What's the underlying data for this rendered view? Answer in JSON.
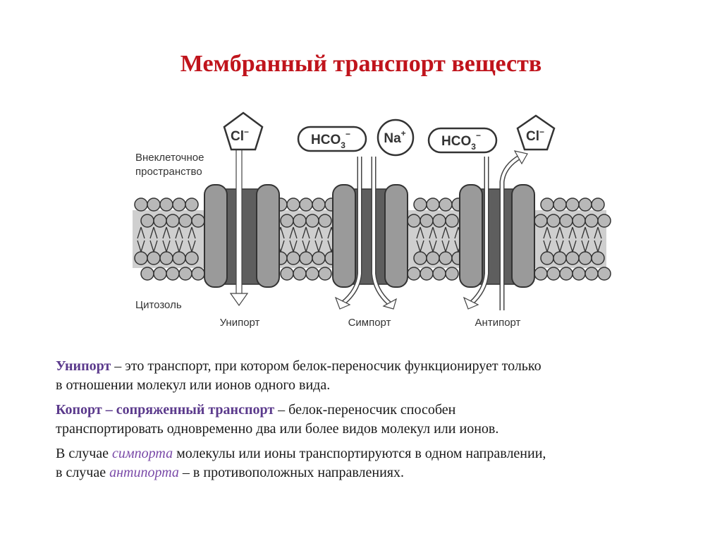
{
  "title": "Мембранный транспорт веществ",
  "diagram": {
    "labels": {
      "extracellular_1": "Внеклеточное",
      "extracellular_2": "пространство",
      "cytosol": "Цитозоль",
      "uniport": "Унипорт",
      "symport": "Симпорт",
      "antiport": "Антипорт"
    },
    "ions": {
      "cl": "Cl",
      "cl_charge": "−",
      "hco3_main": "HCO",
      "hco3_sub": "3",
      "hco3_charge": "−",
      "na": "Na",
      "na_charge": "+"
    },
    "colors": {
      "head": "#b8b8b8",
      "band": "#c8c8c8",
      "protein_light": "#9a9a9a",
      "protein_dark": "#5e5e5e",
      "outline": "#333333"
    }
  },
  "paragraphs": {
    "p1": {
      "term": "Унипорт",
      "rest_1": " – это транспорт, при котором белок-переносчик функционирует только",
      "rest_2": "в отношении молекул или ионов одного вида."
    },
    "p2": {
      "term": "Копорт – сопряженный транспорт",
      "rest_1": " – белок-переносчик способен",
      "rest_2": "транспортировать одновременно два или более видов молекул или ионов."
    },
    "p3": {
      "part_1": "В случае ",
      "term_1": "симпорта",
      "part_2": " молекулы или ионы транспортируются в одном направлении,",
      "part_3": "в случае ",
      "term_2": "антипорта",
      "part_4": " – в противоположных направлениях."
    }
  }
}
